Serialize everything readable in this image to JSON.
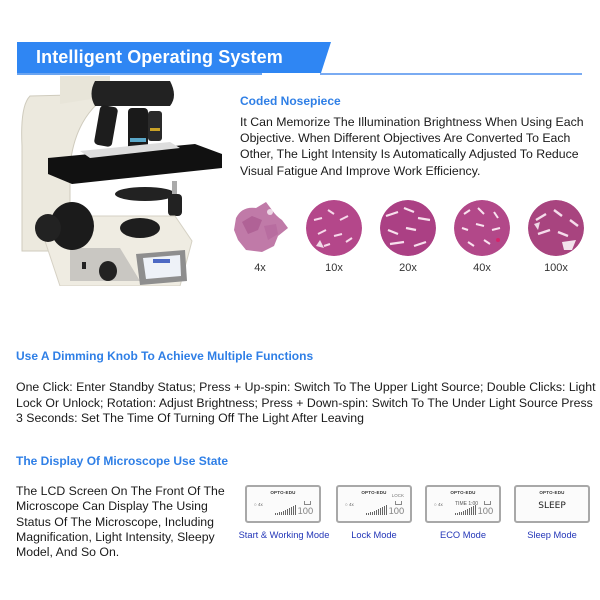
{
  "banner": {
    "title": "Intelligent Operating System",
    "color": "#2f86f3"
  },
  "nosepiece": {
    "title": "Coded Nosepiece",
    "text": "It Can Memorize The Illumination Brightness When Using Each Objective. When Different Objectives Are Converted To Each Other, The Light Intensity Is Automatically Adjusted To Reduce Visual Fatigue And Improve Work Efficiency.",
    "samples": [
      {
        "label": "4x"
      },
      {
        "label": "10x"
      },
      {
        "label": "20x"
      },
      {
        "label": "40x"
      },
      {
        "label": "100x"
      }
    ]
  },
  "knob": {
    "title": "Use A Dimming Knob To Achieve Multiple Functions",
    "text": "One Click: Enter Standby Status; Press + Up-spin: Switch To The Upper Light Source; Double Clicks: Light Lock Or Unlock; Rotation: Adjust Brightness; Press + Down-spin: Switch To The Under Light Source Press 3 Seconds: Set The Time Of Turning Off The Light After Leaving"
  },
  "display": {
    "title": "The Display Of Microscope Use State",
    "text": "The LCD Screen On The Front Of The Microscope Can Display The Using Status Of The Microscope, Including Magnification, Light Intensity, Sleepy Model, And So On.",
    "modes": [
      {
        "label": "Start & Working Mode",
        "brand": "OPTO-EDU",
        "mag": "○ 4x",
        "value": "100"
      },
      {
        "label": "Lock Mode",
        "brand": "OPTO-EDU",
        "mag": "○ 4x",
        "value": "100",
        "status": "LOCK"
      },
      {
        "label": "ECO Mode",
        "brand": "OPTO-EDU",
        "mag": "○ 4x",
        "value": "100",
        "time": "TIME 1:00"
      },
      {
        "label": "Sleep Mode",
        "brand": "OPTO-EDU",
        "screen": "SLEEP"
      }
    ],
    "label_color": "#2336b8"
  },
  "colors": {
    "heading_blue": "#2f7fe6",
    "banner_blue": "#2f86f3",
    "tissue_pink": "#b0407f"
  }
}
